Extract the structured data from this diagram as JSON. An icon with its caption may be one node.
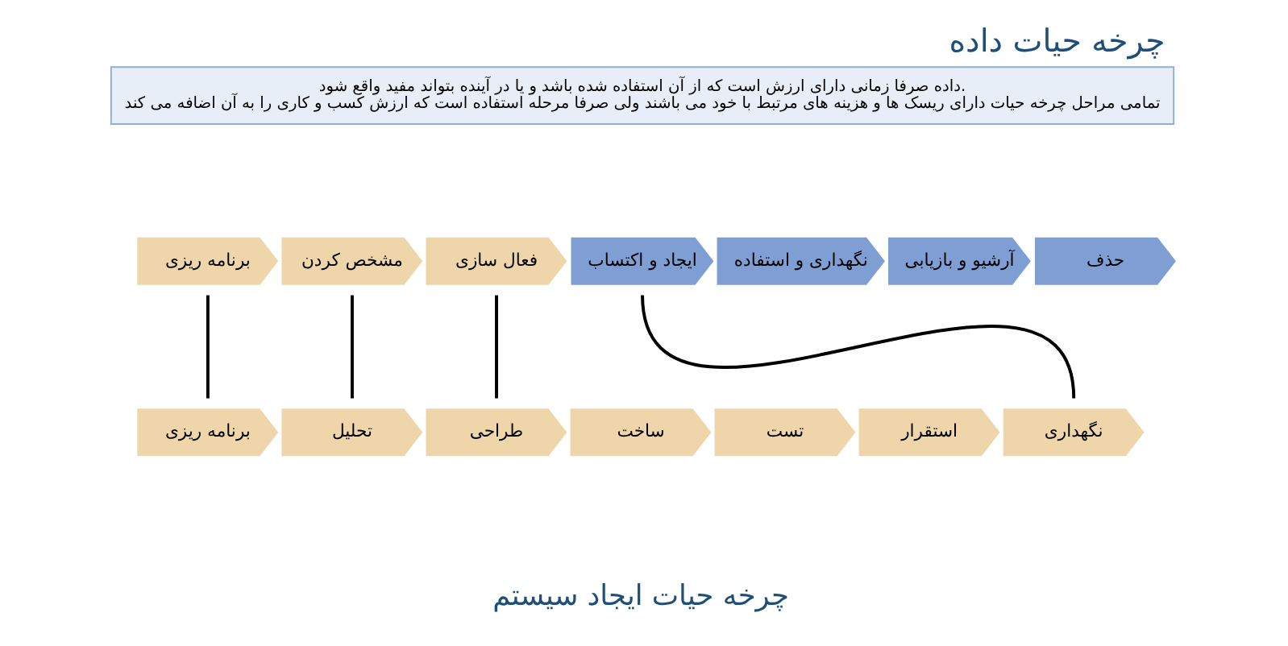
{
  "diagram": {
    "title": "چرخه حیات داده",
    "nodes": [
      {
        "text": [
          "داده صرفا زمانی دارای ارزش است که از آن استفاده شده باشد و یا در آینده بتواند مفید واقع شود.",
          "تمامی مراحل چرخه حیات دارای ریسک ها و هزینه های مرتبط با خود می باشند ولی صرفا مرحله استفاده است که ارزش کسب و کاری را به آن اضافه می کند"
        ]
      },
      {
        "text": [
          "حذف"
        ]
      },
      {
        "text": [
          "آرشیو و بازیابی"
        ]
      },
      {
        "text": [
          "نگهداری و استفاده"
        ]
      },
      {
        "text": [
          "ایجاد و اکتساب"
        ]
      },
      {
        "text": [
          "فعال سازی"
        ]
      },
      {
        "text": [
          "مشخص کردن"
        ]
      },
      {
        "text": [
          "برنامه ریزی"
        ]
      },
      {
        "text": [
          "نگهداری"
        ]
      },
      {
        "text": [
          "استقرار"
        ]
      },
      {
        "text": [
          "تست"
        ]
      },
      {
        "text": [
          "ساخت"
        ]
      },
      {
        "text": [
          "طراحی"
        ]
      },
      {
        "text": [
          "تحلیل"
        ]
      },
      {
        "text": [
          "برنامه ریزی"
        ]
      }
    ],
    "edges": [
      {
        "from": 7,
        "to": 14,
        "arrow": "none"
      },
      {
        "from": 6,
        "to": 13,
        "arrow": "none"
      },
      {
        "from": 5,
        "to": 12,
        "arrow": "none"
      },
      {
        "from": 4,
        "to": 8,
        "arrow": "none"
      }
    ],
    "labels": [
      "چرخه حیات ایجاد سیستم"
    ]
  }
}
